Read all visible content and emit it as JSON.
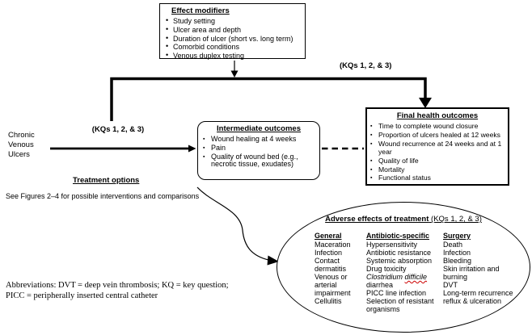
{
  "effect_modifiers": {
    "title": "Effect modifiers",
    "items": [
      "Study setting",
      "Ulcer area and depth",
      "Duration of ulcer (short vs. long term)",
      "Comorbid conditions",
      "Venous duplex testing"
    ]
  },
  "population": {
    "line1": "Chronic",
    "line2": "Venous",
    "line3": "Ulcers"
  },
  "kq_labels": {
    "left": "(KQs 1, 2, & 3)",
    "top_right": "(KQs 1, 2, & 3)"
  },
  "intermediate_outcomes": {
    "title": "Intermediate outcomes",
    "items": [
      "Wound healing at 4 weeks",
      "Pain",
      "Quality of wound bed (e.g., necrotic tissue, exudates)"
    ]
  },
  "final_health_outcomes": {
    "title": "Final health outcomes",
    "items": [
      "Time to complete wound closure",
      "Proportion of ulcers healed at 12 weeks",
      "Wound recurrence at 24 weeks and at 1 year",
      "Quality of life",
      "Mortality",
      "Functional status"
    ]
  },
  "treatment": {
    "title": "Treatment options",
    "note": "See Figures 2–4 for possible interventions and comparisons"
  },
  "adverse_effects": {
    "title": "Adverse effects of treatment",
    "title_suffix": "(KQs 1, 2, & 3)",
    "general": {
      "header": "General",
      "items": [
        "Maceration",
        "Infection",
        "Contact dermatitis",
        "Venous or arterial impairment",
        "Cellulitis"
      ]
    },
    "antibiotic": {
      "header": "Antibiotic-specific",
      "items_before": [
        "Hypersensitivity",
        "Antibiotic resistance",
        "Systemic absorption",
        "Drug toxicity"
      ],
      "clostridium_genus": "Clostridium",
      "clostridium_species": "difficile",
      "clostridium_condition": "diarrhea",
      "items_after": [
        "PICC line infection",
        "Selection of resistant organisms"
      ]
    },
    "surgery": {
      "header": "Surgery",
      "items": [
        "Death",
        "Infection",
        "Bleeding",
        "Skin irritation and burning",
        "DVT",
        "Long-term recurrence reflux & ulceration"
      ]
    }
  },
  "abbreviations": {
    "line1": "Abbreviations: DVT = deep vein thrombosis; KQ = key question;",
    "line2": "PICC = peripherally inserted central catheter"
  },
  "colors": {
    "ink": "#000000",
    "spellcheck_underline": "#cc0000"
  }
}
